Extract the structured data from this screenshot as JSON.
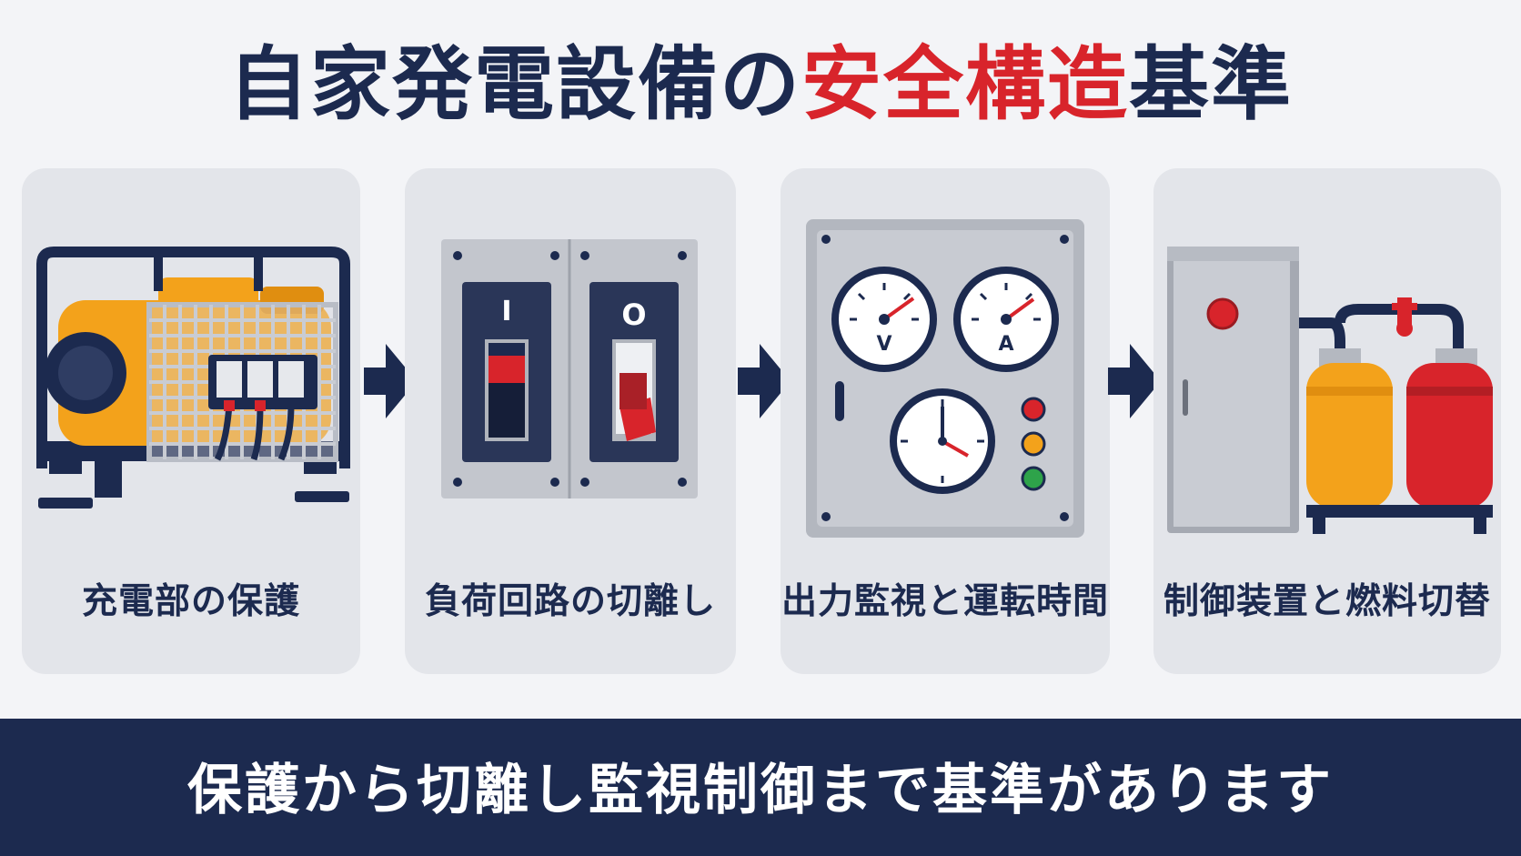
{
  "title": {
    "prefix": "自家発電設備の",
    "highlight": "安全構造",
    "suffix": "基準"
  },
  "steps": [
    {
      "label": "充電部の保護",
      "icon": "generator-with-guard-icon"
    },
    {
      "label": "負荷回路の切離し",
      "icon": "breaker-switch-icon"
    },
    {
      "label": "出力監視と運転時間",
      "icon": "monitoring-panel-icon"
    },
    {
      "label": "制御装置と燃料切替",
      "icon": "control-cabinet-fuel-tanks-icon"
    }
  ],
  "breaker": {
    "on_mark": "I",
    "off_mark": "O"
  },
  "gauges": {
    "voltage_unit": "V",
    "current_unit": "A"
  },
  "banner": {
    "text": "保護から切離し監視制御まで基準があります"
  },
  "colors": {
    "navy": "#1c2a4f",
    "accent_red": "#d8242b",
    "card_bg": "#e3e5ea",
    "generator_orange": "#f3a21b"
  }
}
